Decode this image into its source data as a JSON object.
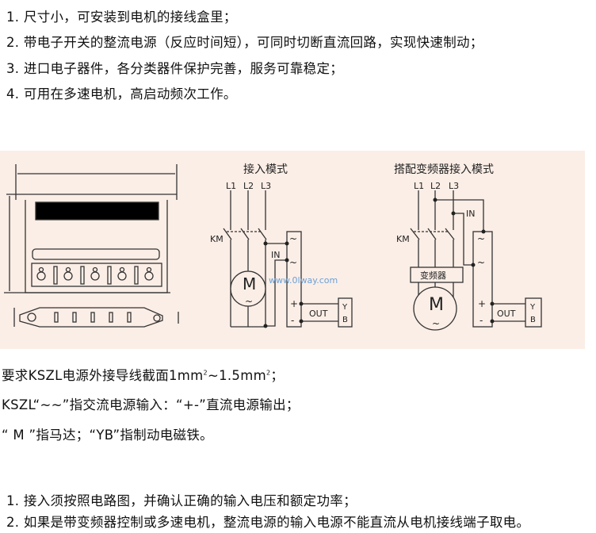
{
  "features": [
    "1. 尺寸小，可安装到电机的接线盒里；",
    "2. 带电子开关的整流电源（反应时间短），可同时切断直流回路，实现快速制动；",
    "3. 进口电子器件，各分类器件保护完善，服务可靠稳定；",
    "4. 可用在多速电机，高启动频次工作。"
  ],
  "diagram": {
    "mode1_title": "接入模式",
    "mode2_title": "搭配变频器接入模式",
    "l1": "L1",
    "l2": "L2",
    "l3": "L3",
    "km": "KM",
    "in": "IN",
    "out": "OUT",
    "y": "Y",
    "b": "B",
    "m": "M",
    "tilde": "~",
    "plus": "+",
    "minus": "-",
    "inverter": "变频器",
    "watermark": "www.0lway.com"
  },
  "notes": {
    "wire_pre": "要求KSZL电源外接导线截面1mm",
    "sup1": "2",
    "wire_mid": "~1.5mm",
    "sup2": "2",
    "wire_post": "；",
    "ac_dc": "KSZL“~~”指交流电源输入：“+-”直流电源输出；",
    "motor_pre": "“ ",
    "motor_symbol": "M",
    "motor_post": " ”指马达；“YB”指制动电磁铁。"
  },
  "cautions": [
    "1. 接入须按照电路图，并确认正确的输入电压和额定功率；",
    "2. 如果是带变频器控制或多速电机，整流电源的输入电源不能直流从电机接线端子取电。"
  ]
}
